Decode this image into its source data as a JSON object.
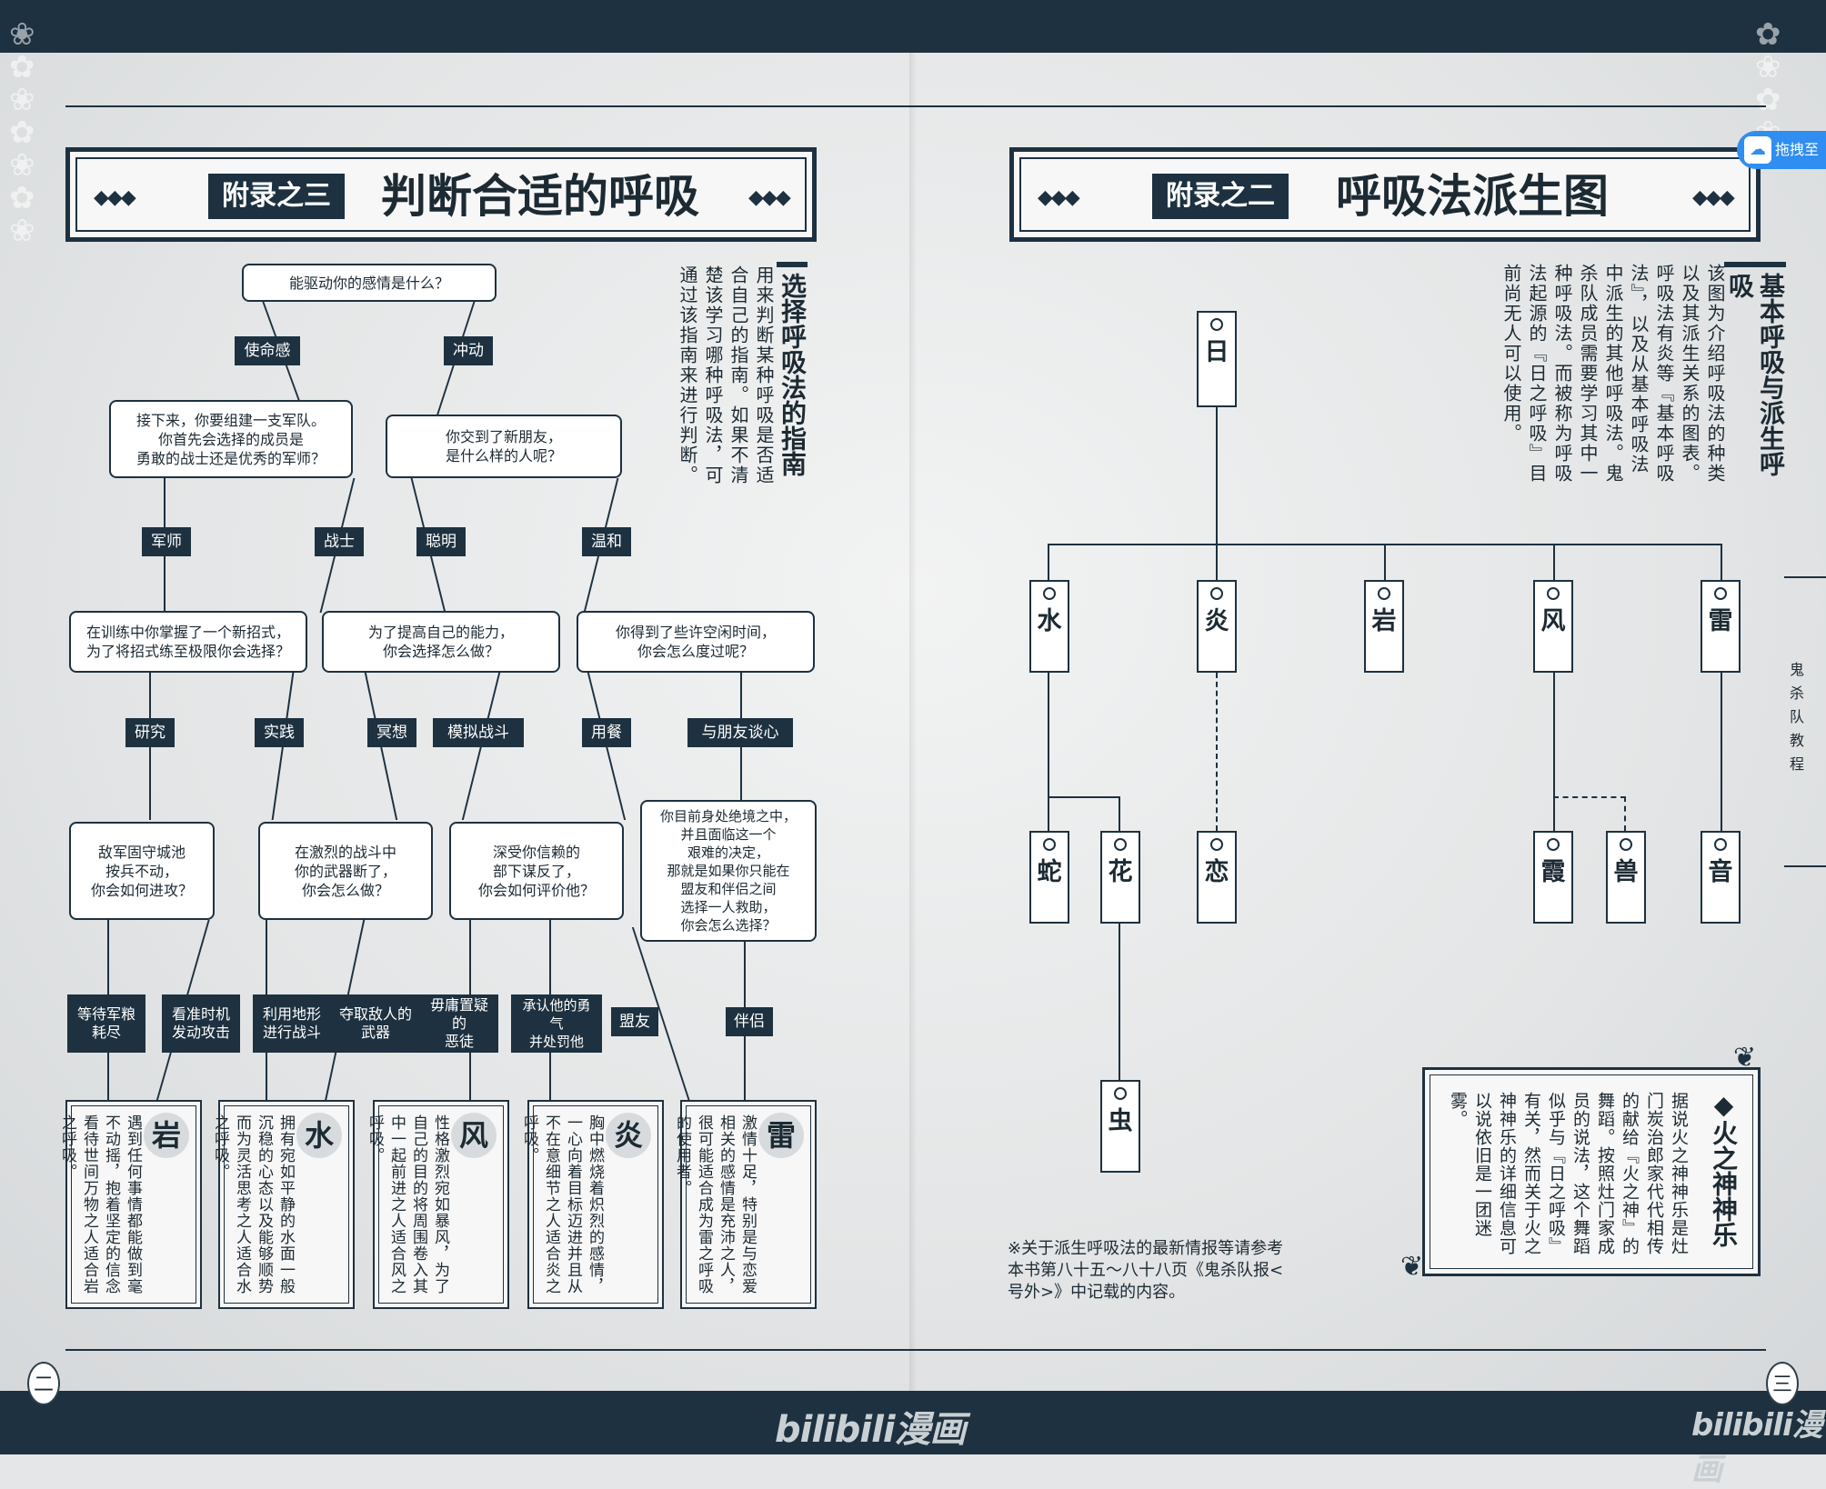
{
  "left_page": {
    "title_tag": "附录之三",
    "title": "判断合适的呼吸",
    "side_heading": "选择呼吸法的指南",
    "side_text": "用来判断某种呼吸是否适合自己的指南。如果不清楚该学习哪种呼吸法，可通过该指南来进行判断。",
    "page_number": "二",
    "questions": {
      "q1": "能驱动你的感情是什么？",
      "q2": "接下来，你要组建一支军队。\n你首先会选择的成员是\n勇敢的战士还是优秀的军师？",
      "q3": "你交到了新朋友，\n是什么样的人呢？",
      "q4": "在训练中你掌握了一个新招式，\n为了将招式练至极限你会选择？",
      "q5": "为了提高自己的能力，\n你会选择怎么做？",
      "q6": "你得到了些许空闲时间，\n你会怎么度过呢？",
      "q7": "敌军固守城池\n按兵不动，\n你会如何进攻？",
      "q8": "在激烈的战斗中\n你的武器断了，\n你会怎么做？",
      "q9": "深受你信赖的\n部下谋反了，\n你会如何评价他？",
      "q10": "你目前身处绝境之中，\n并且面临这一个\n艰难的决定，\n那就是如果你只能在\n盟友和伴侣之间\n选择一人救助，\n你会怎么选择？"
    },
    "answers": {
      "a1": "使命感",
      "a2": "冲动",
      "a3": "军师",
      "a4": "战士",
      "a5": "聪明",
      "a6": "温和",
      "a7": "研究",
      "a8": "实践",
      "a9": "冥想",
      "a10": "模拟战斗",
      "a11": "用餐",
      "a12": "与朋友谈心",
      "a13": "等待军粮\n耗尽",
      "a14": "看准时机\n发动攻击",
      "a15": "利用地形\n进行战斗",
      "a16": "夺取敌人的\n武器",
      "a17": "毋庸置疑的\n恶徒",
      "a18": "承认他的勇气\n并处罚他",
      "a19": "盟友",
      "a20": "伴侣"
    },
    "results": [
      {
        "char": "岩",
        "text": "遇到任何事情都能做到毫不动摇，抱着坚定的信念看待世间万物之人适合岩之呼吸。"
      },
      {
        "char": "水",
        "text": "拥有宛如平静的水面一般沉稳的心态以及能够顺势而为灵活思考之人适合水之呼吸。"
      },
      {
        "char": "风",
        "text": "性格激烈宛如暴风，为了自己的目的将周围卷入其中一起前进之人适合风之呼吸。"
      },
      {
        "char": "炎",
        "text": "胸中燃烧着炽烈的感情，一心向着目标迈进并且从不在意细节之人适合炎之呼吸。"
      },
      {
        "char": "雷",
        "text": "激情十足，特别是与恋爱相关的感情是充沛之人，很可能适合成为雷之呼吸的使用者。"
      }
    ]
  },
  "right_page": {
    "title_tag": "附录之二",
    "title": "呼吸法派生图",
    "side_heading": "基本呼吸与派生呼吸",
    "side_text": "该图为介绍呼吸法的种类以及其派生关系的图表。呼吸法有炎等『基本呼吸法』，以及从基本呼吸法中派生的其他呼吸法。鬼杀队成员需要学习其中一种呼吸法。而被称为呼吸法起源的『日之呼吸』目前尚无人可以使用。",
    "nodes": {
      "sun": "日",
      "water": "水",
      "flame": "炎",
      "stone": "岩",
      "wind": "风",
      "thunder": "雷",
      "serpent": "蛇",
      "flower": "花",
      "love": "恋",
      "mist": "霞",
      "beast": "兽",
      "sound": "音",
      "insect": "虫"
    },
    "note": "※关于派生呼吸法的最新情报等请参考本书第八十五～八十八页《鬼杀队报<号外>》中记载的内容。",
    "box_title": "◆火之神神乐",
    "box_text": "据说火之神神乐是灶门炭治郎家代代相传的献给『火之神』的舞蹈。按照灶门家成员的说法，这个舞蹈似乎与『日之呼吸』有关，然而关于火之神神乐的详细信息可以说依旧是一团迷雾。",
    "side_tab": "鬼杀队教程",
    "page_number": "三",
    "popup_label": "拖拽至"
  },
  "watermark": "bilibili漫画",
  "colors": {
    "ink": "#1d3140",
    "paper": "#e4e6e7"
  }
}
